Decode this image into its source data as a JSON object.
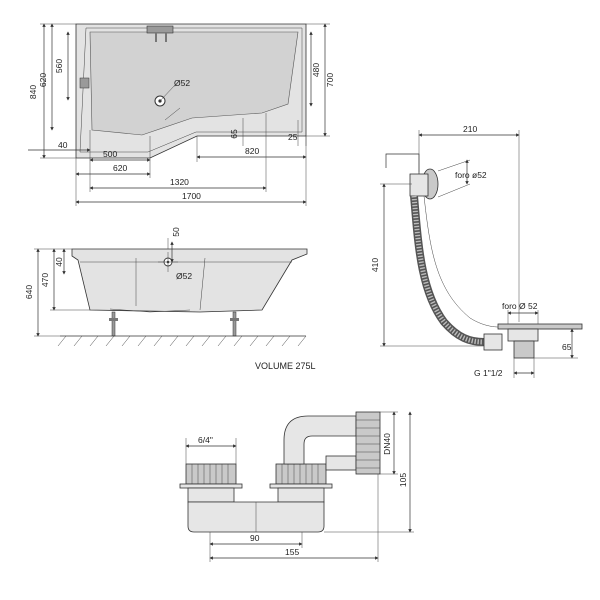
{
  "top_view": {
    "dims": {
      "d840": "840",
      "d620_left": "620",
      "d560": "560",
      "d480": "480",
      "d700": "700",
      "d65": "65",
      "d25": "25",
      "d40": "40",
      "d500": "500",
      "d820": "820",
      "d620_bottom": "620",
      "d1320": "1320",
      "d1700": "1700",
      "drain": "Ø52"
    }
  },
  "side_view": {
    "dims": {
      "d640": "640",
      "d470": "470",
      "d40": "40",
      "d50": "50",
      "overflow": "Ø52"
    },
    "volume_caption": "VOLUME 275L"
  },
  "waste_set": {
    "dims": {
      "d210": "210",
      "d410": "410",
      "d65": "65",
      "foro_top": "foro ø52",
      "foro_bottom": "foro Ø 52",
      "thread": "G 1\"1/2"
    }
  },
  "trap": {
    "dims": {
      "thread": "6/4\"",
      "dn": "DN40",
      "d105": "105",
      "d90": "90",
      "d155": "155"
    }
  }
}
